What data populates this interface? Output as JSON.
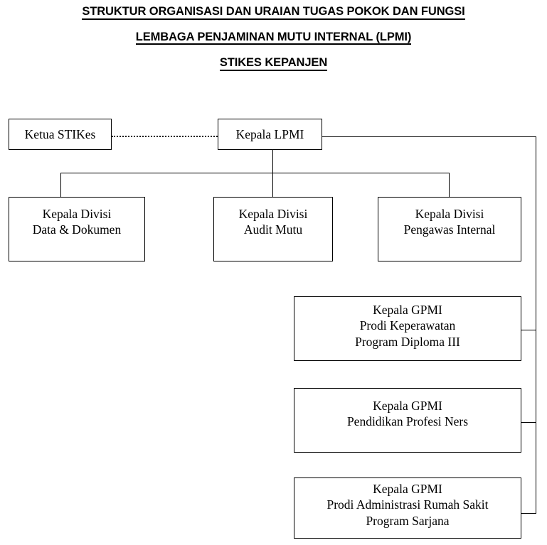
{
  "title": {
    "line1": "STRUKTUR ORGANISASI DAN URAIAN TUGAS POKOK DAN FUNGSI",
    "line2": "LEMBAGA PENJAMINAN MUTU INTERNAL (LPMI)",
    "line3": "STIKES KEPANJEN"
  },
  "nodes": {
    "ketua_stikes": "Ketua STIKes",
    "kepala_lpmi": "Kepala LPMI",
    "divisi_data": "Kepala Divisi\nData & Dokumen",
    "divisi_audit": "Kepala Divisi\nAudit Mutu",
    "divisi_pengawas": "Kepala Divisi\nPengawas Internal",
    "gpmi_diploma": "Kepala GPMI\nProdi  Keperawatan\nProgram Diploma III",
    "gpmi_ners": "Kepala  GPMI\nPendidikan Profesi Ners",
    "gpmi_ars": "Kepala  GPMI\nProdi Administrasi Rumah Sakit\nProgram Sarjana"
  },
  "colors": {
    "line": "#000000",
    "background": "#ffffff",
    "text": "#000000"
  }
}
